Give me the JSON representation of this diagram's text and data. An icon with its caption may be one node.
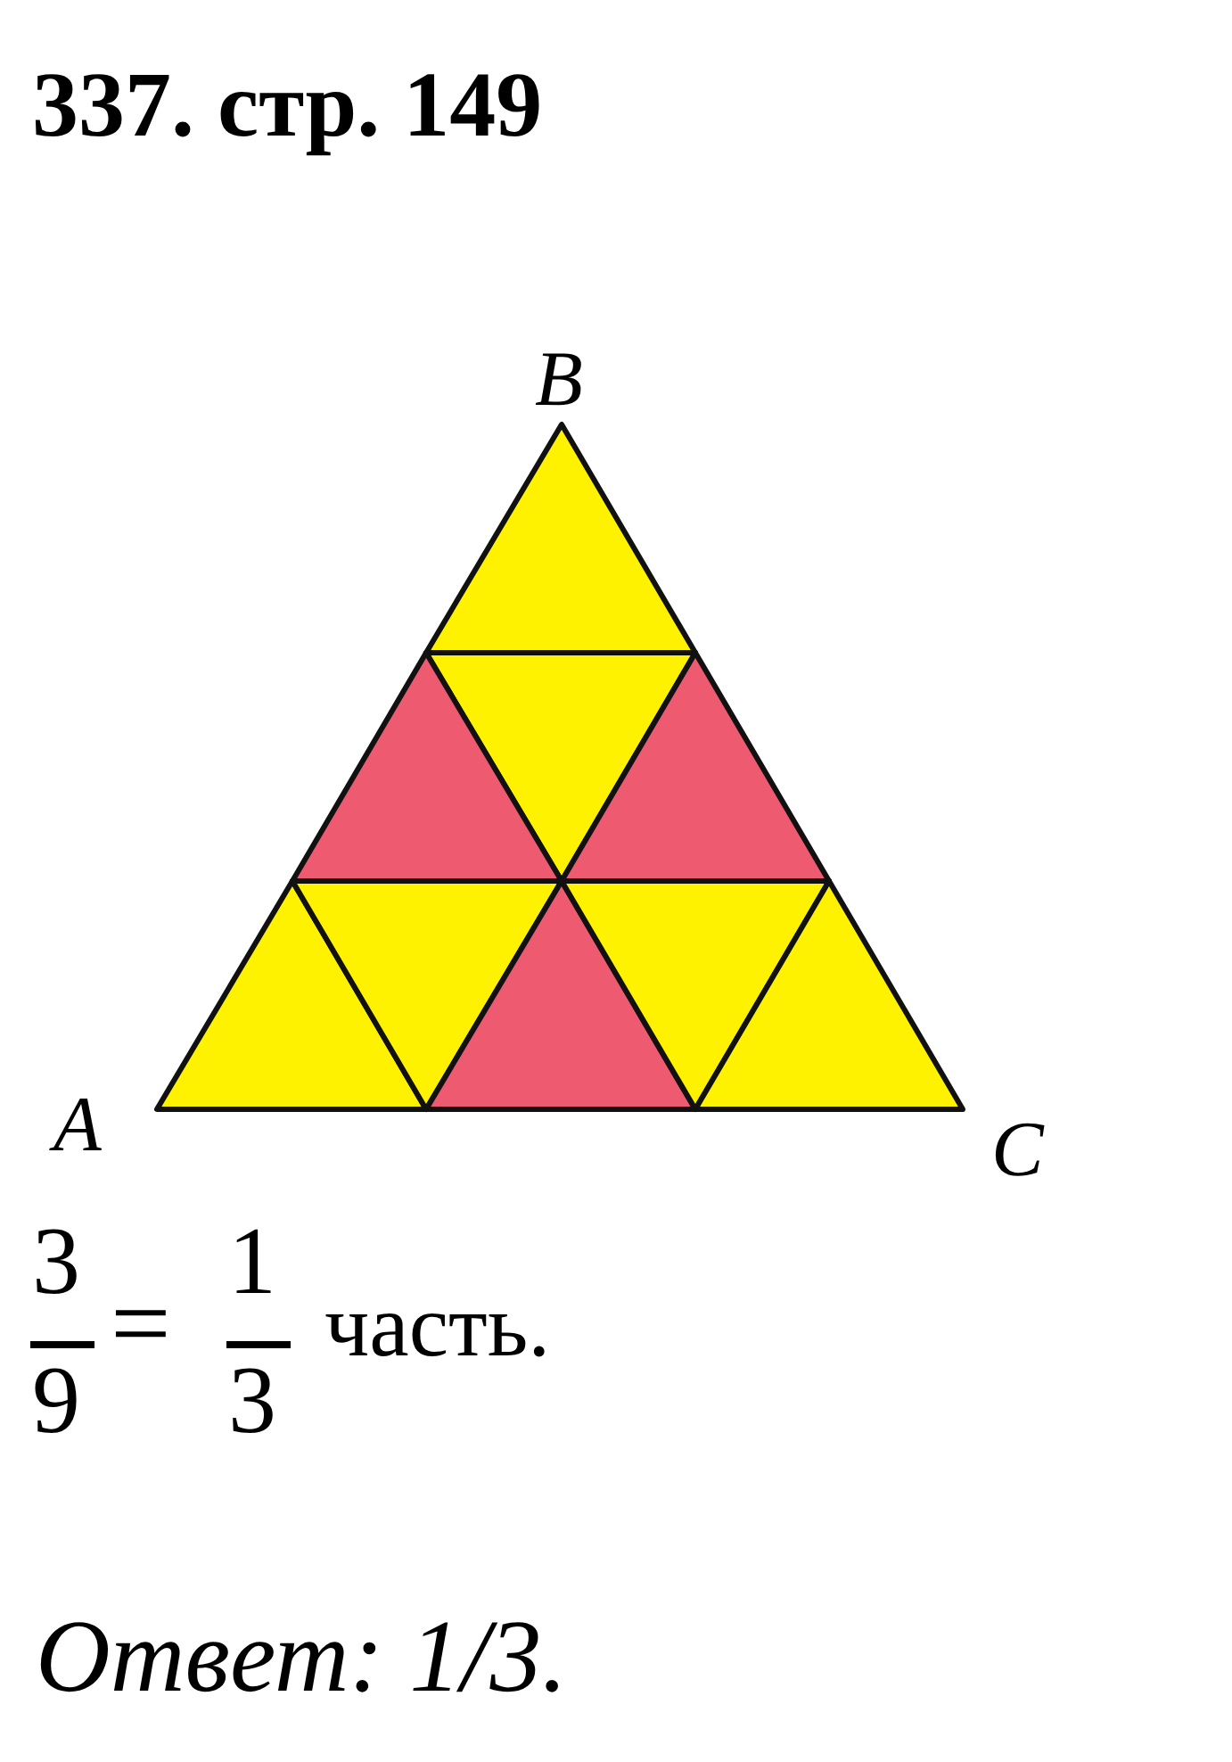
{
  "diagram": {
    "title": "337. стр. 149",
    "labels": [
      "B",
      "A",
      "C",
      "3",
      "9",
      "=",
      "1",
      "3",
      "часть.",
      "Ответ: 1/3."
    ]
  }
}
